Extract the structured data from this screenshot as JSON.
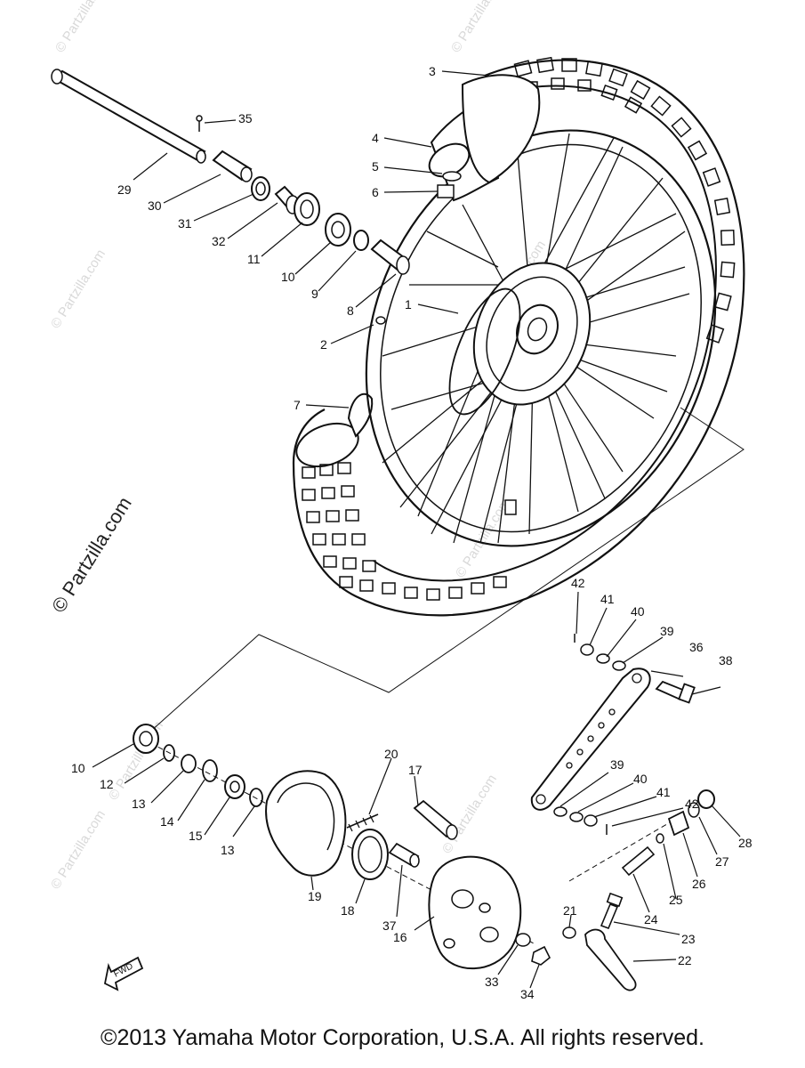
{
  "watermarks": {
    "diagonal": "© Partzilla.com"
  },
  "labels": {
    "p1": "1",
    "p2": "2",
    "p3": "3",
    "p4": "4",
    "p5": "5",
    "p6": "6",
    "p7": "7",
    "p8": "8",
    "p9": "9",
    "p10a": "10",
    "p11": "11",
    "p29": "29",
    "p30": "30",
    "p31": "31",
    "p32": "32",
    "p35": "35",
    "p42a": "42",
    "p41a": "41",
    "p40a": "40",
    "p39a": "39",
    "p36": "36",
    "p38": "38",
    "p10b": "10",
    "p12": "12",
    "p13a": "13",
    "p14": "14",
    "p15": "15",
    "p13b": "13",
    "p19": "19",
    "p20": "20",
    "p17": "17",
    "p18": "18",
    "p37": "37",
    "p16": "16",
    "p39b": "39",
    "p40b": "40",
    "p41b": "41",
    "p42b": "42",
    "p28": "28",
    "p27": "27",
    "p26": "26",
    "p25": "25",
    "p24": "24",
    "p21": "21",
    "p23": "23",
    "p22": "22",
    "p33": "33",
    "p34": "34"
  },
  "fwd_label": "FWD",
  "copyright": "©2013 Yamaha Motor Corporation, U.S.A. All rights reserved."
}
